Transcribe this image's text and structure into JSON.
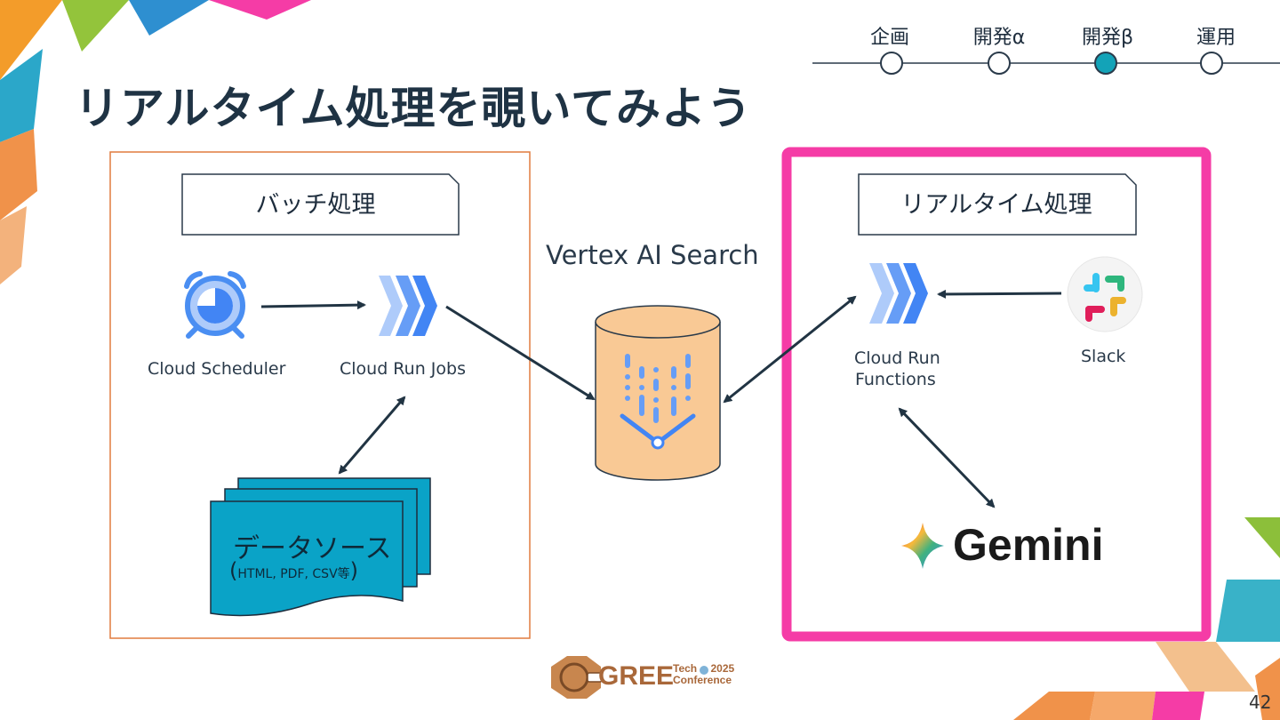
{
  "title": "リアルタイム処理を覗いてみよう",
  "progress": {
    "stages": [
      "企画",
      "開発α",
      "開発β",
      "運用"
    ],
    "current_index": 2
  },
  "batch": {
    "heading": "バッチ処理",
    "scheduler_label": "Cloud Scheduler",
    "jobs_label": "Cloud Run Jobs",
    "datasource_title": "データソース",
    "datasource_open": "(",
    "datasource_sub": "HTML, PDF, CSV等",
    "datasource_close": ")"
  },
  "search": {
    "label": "Vertex AI Search"
  },
  "realtime": {
    "heading": "リアルタイム処理",
    "functions_label_line1": "Cloud Run",
    "functions_label_line2": "Functions",
    "slack_label": "Slack",
    "gemini_label": "Gemini"
  },
  "footer": {
    "logo_word": "GREE",
    "logo_line1": "Tech",
    "logo_year": "2025",
    "logo_line2": "Conference",
    "page_number": "42"
  },
  "colors": {
    "title": "#1f3344",
    "batch_border": "#e07b3f",
    "realtime_border": "#f53ca6",
    "progress_active": "#13a3b8",
    "datasource_fill": "#0aa3c7",
    "database_fill": "#f9c995",
    "arrow": "#213443"
  }
}
